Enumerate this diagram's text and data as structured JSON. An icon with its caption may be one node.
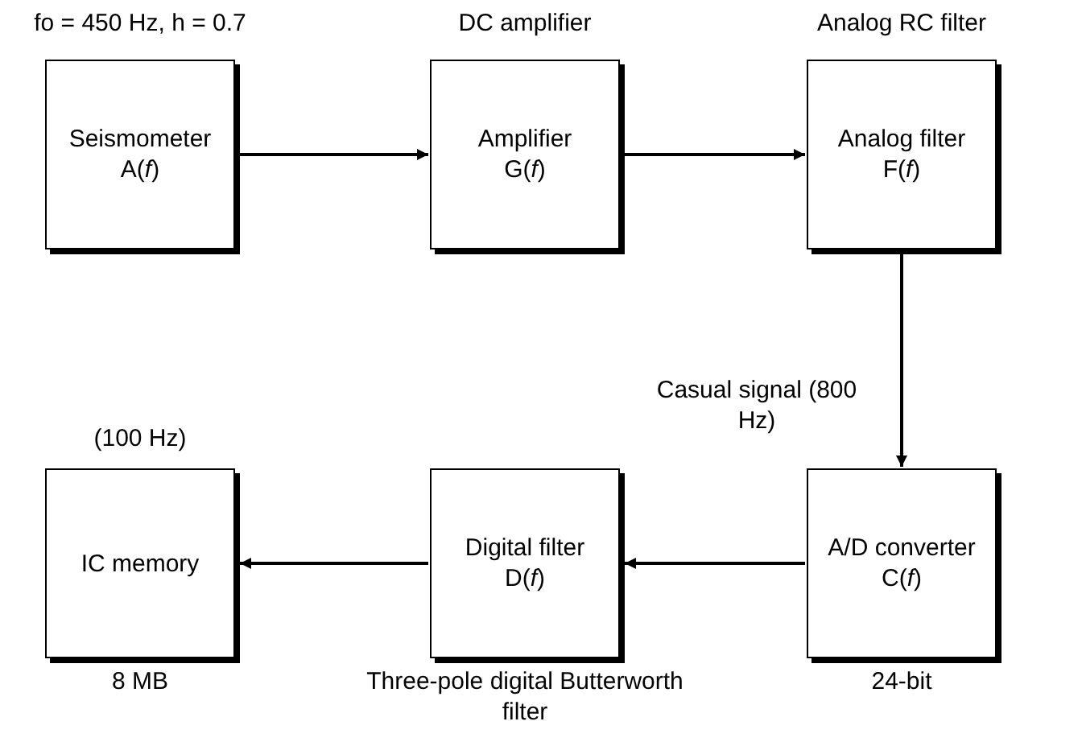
{
  "diagram": {
    "nodes": [
      {
        "text": [
          "Seismometer",
          "A(*f*)"
        ],
        "beside": [
          "fo = 450 Hz, h = 0.7"
        ]
      },
      {
        "text": [
          "Amplifier",
          "G(*f*)"
        ],
        "beside": [
          "DC amplifier"
        ]
      },
      {
        "text": [
          "Analog filter",
          "F(*f*)"
        ],
        "beside": [
          "Analog RC filter"
        ]
      },
      {
        "text": [
          "IC memory"
        ],
        "beside": [
          "(100 Hz)",
          "8 MB"
        ]
      },
      {
        "text": [
          "Digital filter",
          "D(*f*)"
        ],
        "beside": [
          "Three-pole digital Butterworth filter"
        ]
      },
      {
        "text": [
          "A/D converter",
          "C(*f*)"
        ],
        "beside": [
          "24-bit"
        ]
      }
    ],
    "edges": [
      {
        "from": 0,
        "to": 1,
        "arrow": "to"
      },
      {
        "from": 1,
        "to": 2,
        "arrow": "to"
      },
      {
        "from": 2,
        "to": 5,
        "arrow": "to"
      },
      {
        "from": 5,
        "to": 4,
        "arrow": "to"
      },
      {
        "from": 4,
        "to": 3,
        "arrow": "to"
      }
    ],
    "labels": [
      "Casual signal (800 Hz)"
    ]
  }
}
